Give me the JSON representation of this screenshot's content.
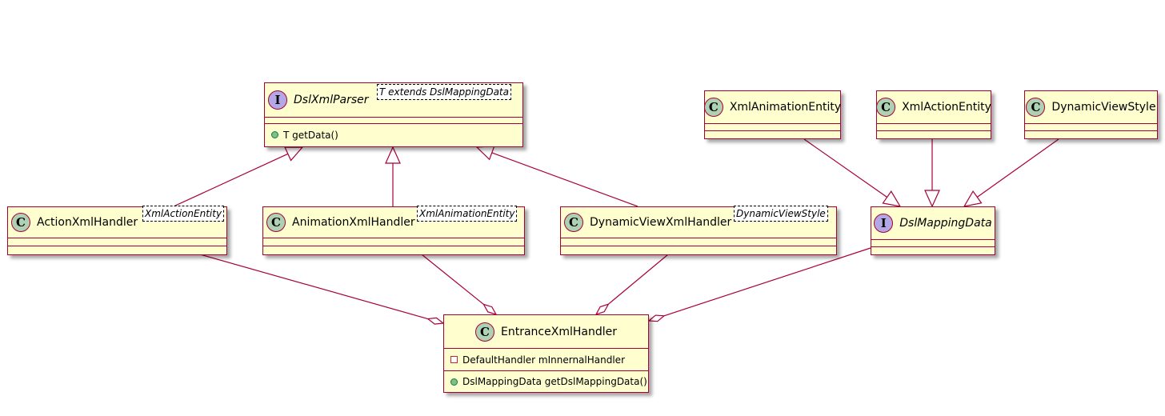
{
  "classes": {
    "parser": {
      "name": "DslXmlParser",
      "kind": "I",
      "template": "T extends DslMappingData",
      "methods": [
        "T getData()"
      ]
    },
    "action": {
      "name": "ActionXmlHandler",
      "kind": "C",
      "template": "XmlActionEntity"
    },
    "animation": {
      "name": "AnimationXmlHandler",
      "kind": "C",
      "template": "XmlAnimationEntity"
    },
    "dynamic": {
      "name": "DynamicViewXmlHandler",
      "kind": "C",
      "template": "DynamicViewStyle"
    },
    "animEntity": {
      "name": "XmlAnimationEntity",
      "kind": "C"
    },
    "actionEntity": {
      "name": "XmlActionEntity",
      "kind": "C"
    },
    "viewStyle": {
      "name": "DynamicViewStyle",
      "kind": "C"
    },
    "mapping": {
      "name": "DslMappingData",
      "kind": "I"
    },
    "entrance": {
      "name": "EntranceXmlHandler",
      "kind": "C",
      "fields": [
        "DefaultHandler mInnernalHandler"
      ],
      "methods": [
        "DslMappingData getDslMappingData()"
      ]
    }
  },
  "relations": [
    {
      "from": "ActionXmlHandler",
      "to": "DslXmlParser",
      "type": "realization"
    },
    {
      "from": "AnimationXmlHandler",
      "to": "DslXmlParser",
      "type": "realization"
    },
    {
      "from": "DynamicViewXmlHandler",
      "to": "DslXmlParser",
      "type": "realization"
    },
    {
      "from": "XmlAnimationEntity",
      "to": "DslMappingData",
      "type": "realization"
    },
    {
      "from": "XmlActionEntity",
      "to": "DslMappingData",
      "type": "realization"
    },
    {
      "from": "DynamicViewStyle",
      "to": "DslMappingData",
      "type": "realization"
    },
    {
      "from": "ActionXmlHandler",
      "to": "EntranceXmlHandler",
      "type": "aggregation"
    },
    {
      "from": "AnimationXmlHandler",
      "to": "EntranceXmlHandler",
      "type": "aggregation"
    },
    {
      "from": "DynamicViewXmlHandler",
      "to": "EntranceXmlHandler",
      "type": "aggregation"
    },
    {
      "from": "DslMappingData",
      "to": "EntranceXmlHandler",
      "type": "aggregation"
    }
  ],
  "colors": {
    "fill": "#FEFECE",
    "border": "#A80036",
    "classCircle": "#ADD1B2",
    "interfaceCircle": "#B4A7E5"
  }
}
